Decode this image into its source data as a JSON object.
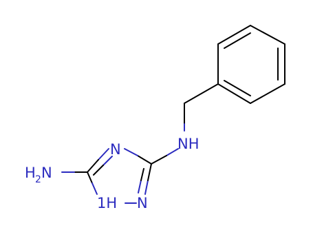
{
  "molecule": {
    "colors": {
      "carbon_bond": "#000000",
      "nitrogen": "#2b2bbf"
    },
    "atoms": {
      "nh_linker": "NH",
      "ring_n_top": "N",
      "ring_n_right": "N",
      "ring_nh": "1H-N",
      "ring_nh_prefix": "1H",
      "ring_nh_suffix": "N",
      "amine_h": "H",
      "amine_sub": "2",
      "amine_n": "N"
    }
  }
}
